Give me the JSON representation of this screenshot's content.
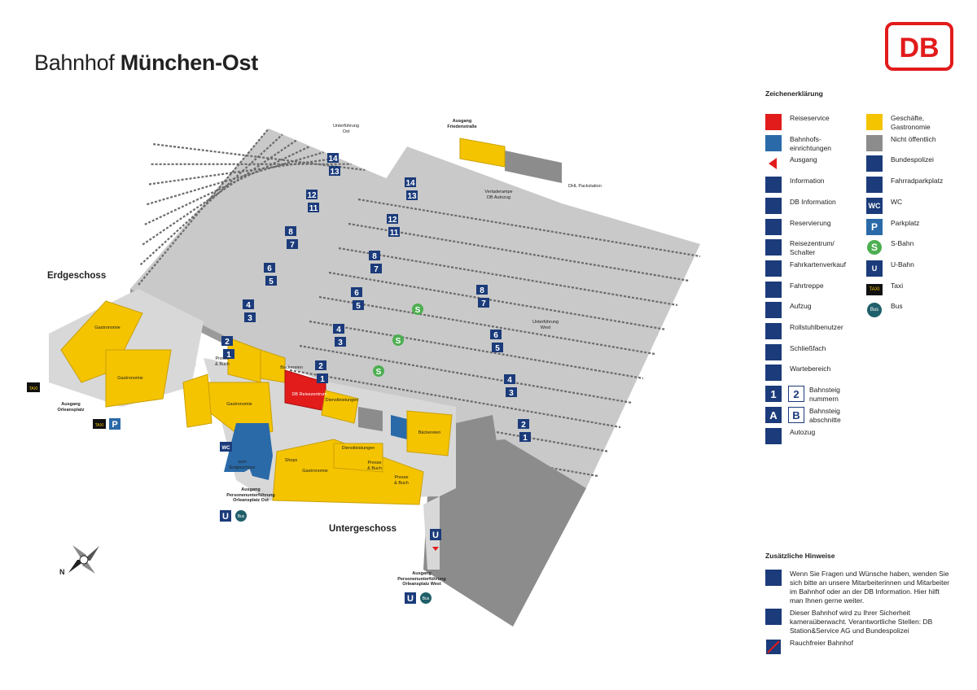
{
  "header": {
    "title_light": "Bahnhof",
    "title_bold": "München-Ost",
    "logo_text": "DB"
  },
  "colors": {
    "reiseservice": "#e21b1b",
    "bahnhof": "#2a6aa8",
    "shop": "#f5c400",
    "nonpublic": "#8c8c8c",
    "navy": "#1b3b7a",
    "sbahn": "#4caf50",
    "busgreen": "#1f5f6a",
    "platform": "#d2d2d2",
    "track": "#6b6b6b"
  },
  "map": {
    "floor_erdgeschoss": "Erdgeschoss",
    "floor_untergeschoss": "Untergeschoss",
    "platform_numbers_upper": [
      "14",
      "13",
      "12",
      "11",
      "8",
      "7",
      "6",
      "5",
      "4",
      "3",
      "2",
      "1"
    ],
    "platform_numbers_lower": [
      "14",
      "13",
      "12",
      "11",
      "8",
      "7",
      "6",
      "5",
      "4",
      "3",
      "2",
      "1"
    ],
    "platform_numbers_right": [
      "8",
      "7",
      "6",
      "5",
      "4",
      "3",
      "2",
      "1"
    ],
    "labels": {
      "unterfuehrung_ost": "Unterführung\nOst",
      "ausgang_friedenstrasse": "Ausgang\nFriedenstraße",
      "verladerampe": "Verladerampe\nDB Autozug",
      "dhl": "DHL Packstation",
      "unterfuehrung_west": "Unterführung\nWest",
      "gastronomie": "Gastronomie",
      "presse_buch": "Presse\n& Buch",
      "baeckerei": "Bäckereien",
      "db_reisezentrum": "DB Reisezentrum",
      "dienstleistungen": "Dienstleistungen",
      "shops": "Shops",
      "zum_erdgeschoss": "zum\nErdgeschoss",
      "ausgang_orleansplatz": "Ausgang\nOrleansplatz",
      "ausgang_pu_ost": "Ausgang\nPersonenunterführung\nOrleansplatz Ost",
      "ausgang_pu_west": "Ausgang\nPersonenunterführung\nOrleansplatz West",
      "taxi": "TAXI",
      "bus": "Bus",
      "u": "U",
      "p": "P",
      "wc": "WC",
      "s": "S"
    }
  },
  "legend": {
    "title": "Zeichenerklärung",
    "left": [
      {
        "icon": "red-square",
        "label": "Reiseservice"
      },
      {
        "icon": "blue-square",
        "label": "Bahnhofs-\neinrichtungen"
      },
      {
        "icon": "exit-arrow-icon",
        "label": "Ausgang"
      },
      {
        "icon": "information-icon",
        "label": "Information"
      },
      {
        "icon": "db-information-icon",
        "label": "DB Information"
      },
      {
        "icon": "reservation-icon",
        "label": "Reservierung"
      },
      {
        "icon": "reisezentrum-icon",
        "label": "Reisezentrum/\nSchalter"
      },
      {
        "icon": "ticket-machine-icon",
        "label": "Fahrkartenverkauf"
      },
      {
        "icon": "escalator-icon",
        "label": "Fahrtreppe"
      },
      {
        "icon": "elevator-icon",
        "label": "Aufzug"
      },
      {
        "icon": "wheelchair-icon",
        "label": "Rollstuhlbenutzer"
      },
      {
        "icon": "locker-icon",
        "label": "Schließfach"
      },
      {
        "icon": "waiting-area-icon",
        "label": "Wartebereich"
      },
      {
        "icon": "platform-number-icon",
        "label": "Bahnsteig\nnummern",
        "glyphs": [
          "1",
          "2"
        ]
      },
      {
        "icon": "platform-section-icon",
        "label": "Bahnsteig\nabschnitte",
        "glyphs": [
          "A",
          "B"
        ]
      },
      {
        "icon": "autozug-icon",
        "label": "Autozug"
      }
    ],
    "right": [
      {
        "icon": "yellow-square",
        "label": "Geschäfte,\nGastronomie"
      },
      {
        "icon": "gray-square",
        "label": "Nicht öffentlich"
      },
      {
        "icon": "police-icon",
        "label": "Bundespolizei"
      },
      {
        "icon": "bicycle-parking-icon",
        "label": "Fahrradparkplatz"
      },
      {
        "icon": "wc-icon",
        "label": "WC",
        "glyph": "WC"
      },
      {
        "icon": "parking-icon",
        "label": "Parkplatz",
        "glyph": "P"
      },
      {
        "icon": "sbahn-icon",
        "label": "S-Bahn",
        "glyph": "S"
      },
      {
        "icon": "ubahn-icon",
        "label": "U-Bahn",
        "glyph": "U"
      },
      {
        "icon": "taxi-icon",
        "label": "Taxi",
        "glyph": "TAXI"
      },
      {
        "icon": "bus-icon",
        "label": "Bus",
        "glyph": "Bus"
      }
    ]
  },
  "hints": {
    "title": "Zusätzliche Hinweise",
    "items": [
      {
        "icon": "information-icon",
        "text": "Wenn Sie Fragen und Wünsche haben, wenden Sie sich bitte an unsere Mitarbeiterinnen und Mitarbeiter im Bahnhof oder an der DB Information. Hier hilft man Ihnen gerne weiter."
      },
      {
        "icon": "camera-icon",
        "text": "Dieser Bahnhof wird zu Ihrer Sicherheit kameraüberwacht. Verantwortliche Stellen: DB Station&Service AG und Bundespolizei"
      },
      {
        "icon": "no-smoking-icon",
        "text": "Rauchfreier Bahnhof"
      }
    ]
  },
  "compass": {
    "north": "N"
  }
}
